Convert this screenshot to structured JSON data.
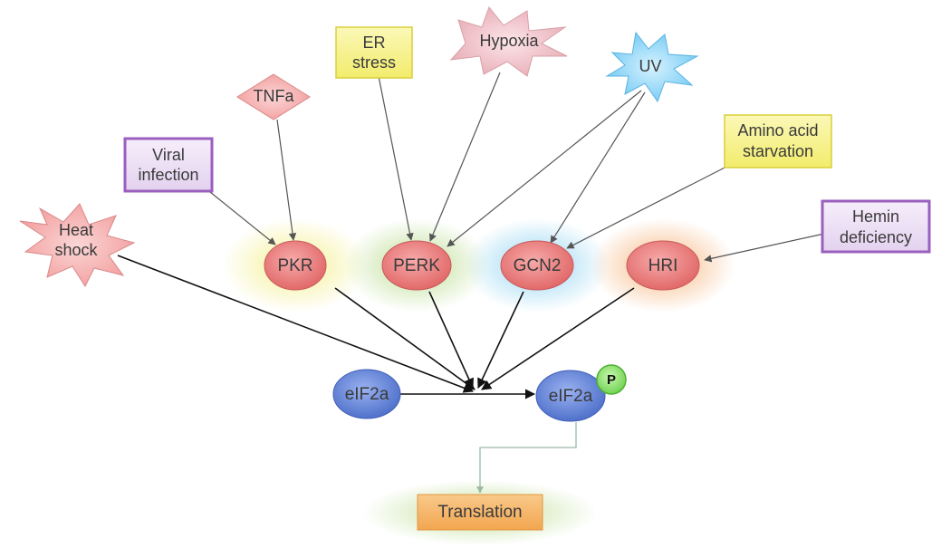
{
  "stresses": {
    "heat_shock": {
      "line1": "Heat",
      "line2": "shock"
    },
    "viral_infection": {
      "line1": "Viral",
      "line2": "infection"
    },
    "tnfa": {
      "label": "TNFa"
    },
    "er_stress": {
      "line1": "ER",
      "line2": "stress"
    },
    "hypoxia": {
      "label": "Hypoxia"
    },
    "uv": {
      "label": "UV"
    },
    "amino_acid_starvation": {
      "line1": "Amino acid",
      "line2": "starvation"
    },
    "hemin_deficiency": {
      "line1": "Hemin",
      "line2": "deficiency"
    }
  },
  "kinases": {
    "pkr": {
      "label": "PKR",
      "glow": "#f3ef8a"
    },
    "perk": {
      "label": "PERK",
      "glow": "#b9dc8e"
    },
    "gcn2": {
      "label": "GCN2",
      "glow": "#8fd3f1"
    },
    "hri": {
      "label": "HRI",
      "glow": "#f6b37a"
    }
  },
  "substrate": {
    "eif2a": {
      "label": "eIF2a"
    },
    "eif2a_p": {
      "label": "eIF2a",
      "phospho": "P"
    }
  },
  "output": {
    "translation": {
      "label": "Translation"
    }
  },
  "colors": {
    "kinase_fill": "#e97a7a",
    "eif2a_fill": "#5d7fd6",
    "phospho_fill": "#8ee66a",
    "purple_box": "#a86bc6",
    "yellow_box": "#f5f07a",
    "translation_box": "#f6b25e",
    "stress_star": "#f3a4a4"
  }
}
